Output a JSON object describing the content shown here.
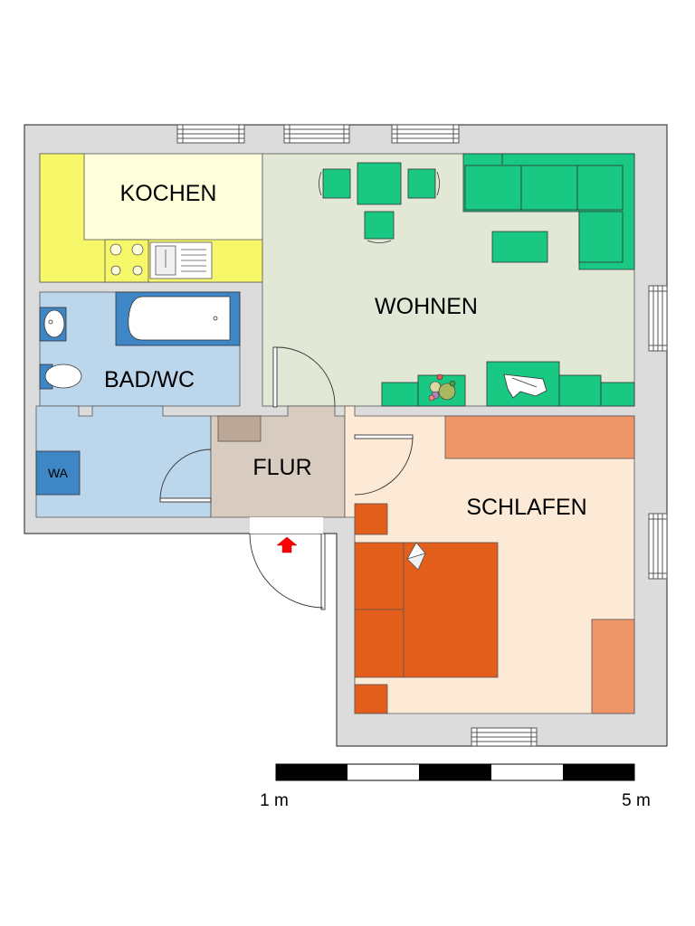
{
  "rooms": {
    "kitchen": "KOCHEN",
    "living": "WOHNEN",
    "bath": "BAD/WC",
    "hall": "FLUR",
    "bedroom": "SCHLAFEN"
  },
  "fixtures": {
    "washer": "WA"
  },
  "scale_bar": {
    "left_label": "1 m",
    "right_label": "5 m"
  },
  "colors": {
    "wall": "#dcdcdc",
    "kitchen": "#ffffdc",
    "kitchen_counter": "#f7f76a",
    "living": "#e2e8d6",
    "living_furniture": "#19c882",
    "bath": "#bcd6ec",
    "bath_fixture": "#3f86c6",
    "hall": "#d8cbbf",
    "bedroom": "#fdead6",
    "bed": "#e25e1a",
    "bedroom_furniture": "#ef956a",
    "entry_arrow": "#ff0000"
  }
}
